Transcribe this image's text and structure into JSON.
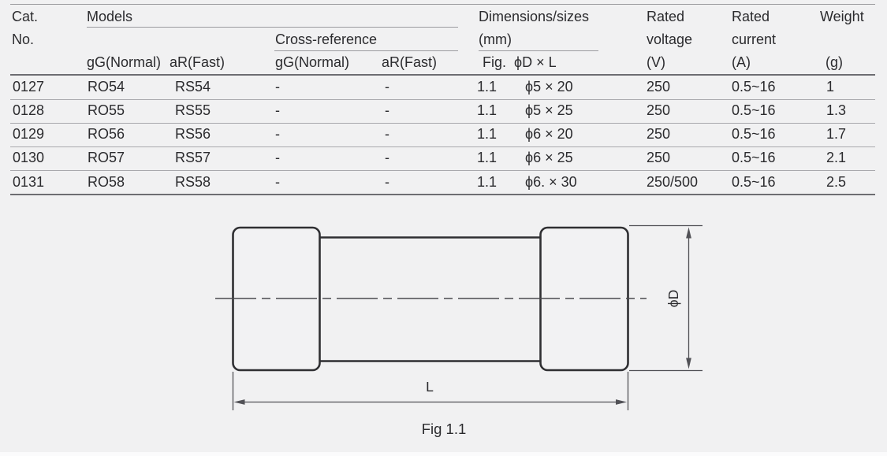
{
  "table": {
    "header": {
      "cat": "Cat.",
      "no": "No.",
      "models": "Models",
      "cross_reference": "Cross-reference",
      "models_gg": "gG(Normal)",
      "models_ar": "aR(Fast)",
      "cross_gg": "gG(Normal)",
      "cross_ar": "aR(Fast)",
      "dims_line1": "Dimensions/sizes",
      "dims_line2": "(mm)",
      "fig": "Fig.",
      "dxl": "ϕD × L",
      "voltage_l1": "Rated",
      "voltage_l2": "voltage",
      "voltage_l3": "(V)",
      "current_l1": "Rated",
      "current_l2": "current",
      "current_l3": "(A)",
      "weight_l1": "Weight",
      "weight_l2": "(g)"
    },
    "rows": [
      {
        "cat": "0127",
        "gg": "RO54",
        "ar": "RS54",
        "xgg": "-",
        "xar": "-",
        "fig": "1.1",
        "dxl": "ϕ5 × 20",
        "voltage": "250",
        "current": "0.5~16",
        "weight": "1"
      },
      {
        "cat": "0128",
        "gg": "RO55",
        "ar": "RS55",
        "xgg": "-",
        "xar": "-",
        "fig": "1.1",
        "dxl": "ϕ5 × 25",
        "voltage": "250",
        "current": "0.5~16",
        "weight": "1.3"
      },
      {
        "cat": "0129",
        "gg": "RO56",
        "ar": "RS56",
        "xgg": "-",
        "xar": "-",
        "fig": "1.1",
        "dxl": "ϕ6 × 20",
        "voltage": "250",
        "current": "0.5~16",
        "weight": "1.7"
      },
      {
        "cat": "0130",
        "gg": "RO57",
        "ar": "RS57",
        "xgg": "-",
        "xar": "-",
        "fig": "1.1",
        "dxl": "ϕ6 × 25",
        "voltage": "250",
        "current": "0.5~16",
        "weight": "2.1"
      },
      {
        "cat": "0131",
        "gg": "RO58",
        "ar": "RS58",
        "xgg": "-",
        "xar": "-",
        "fig": "1.1",
        "dxl": "ϕ6. × 30",
        "voltage": "250/500",
        "current": "0.5~16",
        "weight": "2.5"
      }
    ]
  },
  "diagram": {
    "phi_d_label": "ϕD",
    "length_label": "L",
    "caption": "Fig 1.1"
  },
  "colors": {
    "background": "#f1f1f2",
    "text": "#2b2b2e",
    "rule_thin": "#9b9b9f",
    "rule_thick": "#6d6d72",
    "drawing_stroke": "#2f2f32",
    "dimension_stroke": "#515156"
  }
}
